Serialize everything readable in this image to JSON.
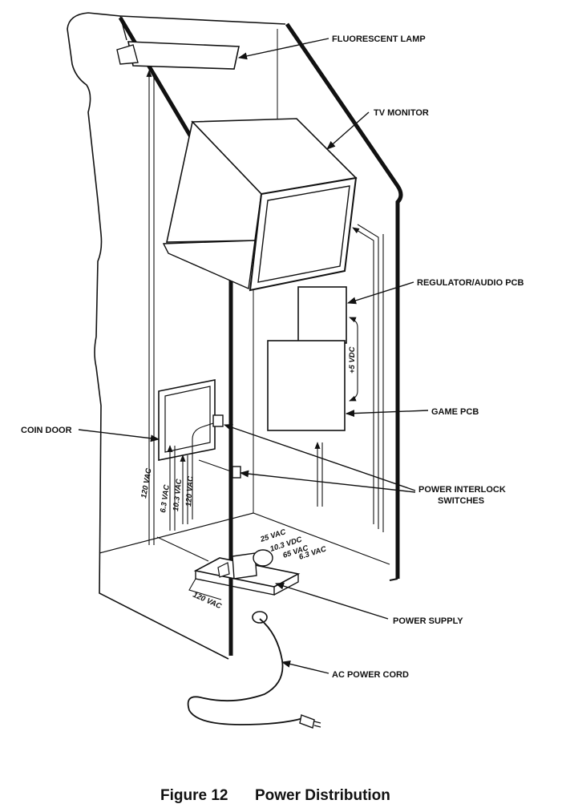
{
  "labels": {
    "fluorescent_lamp": "FLUORESCENT LAMP",
    "tv_monitor": "TV MONITOR",
    "regulator_pcb": "REGULATOR/AUDIO PCB",
    "game_pcb": "GAME PCB",
    "coin_door": "COIN DOOR",
    "interlock_line1": "POWER INTERLOCK",
    "interlock_line2": "SWITCHES",
    "power_supply": "POWER SUPPLY",
    "ac_power_cord": "AC POWER CORD"
  },
  "voltages": {
    "v5vdc": "+5 VDC",
    "v120_left": "120 VAC",
    "v63_left": "6.3 VAC",
    "v103_left": "10.3 VAC",
    "v120_inner": "120 VAC",
    "v25": "25 VAC",
    "v103_right": "10.3 VDC",
    "v65": "65 VAC",
    "v63_right": "6.3 VAC",
    "v120_bottom": "120 VAC"
  },
  "caption": {
    "figure": "Figure 12",
    "title": "Power Distribution"
  }
}
